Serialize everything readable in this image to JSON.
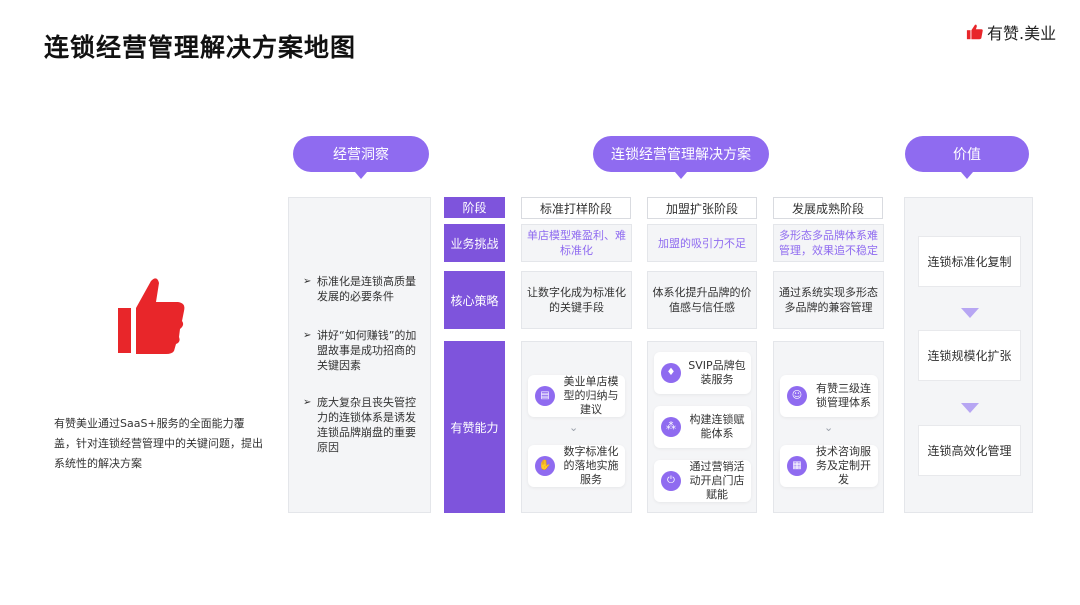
{
  "title": "连锁经营管理解决方案地图",
  "brand": {
    "name": "有赞.美业"
  },
  "colors": {
    "accent": "#8f6bf0",
    "label_bg": "#7e54dc",
    "panel_bg": "#f4f5f7",
    "logo_red": "#e8262a"
  },
  "headers": {
    "insight": "经营洞察",
    "solution": "连锁经营管理解决方案",
    "value": "价值"
  },
  "insights": [
    "标准化是连锁高质量发展的必要条件",
    "讲好“如何赚钱”的加盟故事是成功招商的关键因素",
    "庞大复杂且丧失管控力的连锁体系是诱发连锁品牌崩盘的重要原因"
  ],
  "row_labels": {
    "stage": "阶段",
    "challenge": "业务挑战",
    "strategy": "核心策略",
    "capability": "有赞能力"
  },
  "stages": [
    {
      "name": "标准打样阶段",
      "challenge": "单店模型难盈利、难标准化",
      "strategy": "让数字化成为标准化的关键手段",
      "capabilities": [
        {
          "icon": "chat-icon",
          "text": "美业单店模型的归纳与建议"
        },
        {
          "icon": "hand-icon",
          "text": "数字标准化的落地实施服务"
        }
      ]
    },
    {
      "name": "加盟扩张阶段",
      "challenge": "加盟的吸引力不足",
      "strategy": "体系化提升品牌的价值感与信任感",
      "capabilities": [
        {
          "icon": "diamond-icon",
          "text": "SVIP品牌包装服务"
        },
        {
          "icon": "network-icon",
          "text": "构建连锁赋能体系"
        },
        {
          "icon": "power-icon",
          "text": "通过营销活动开启门店赋能"
        }
      ]
    },
    {
      "name": "发展成熟阶段",
      "challenge": "多形态多品牌体系难管理，效果追不稳定",
      "strategy": "通过系统实现多形态多品牌的兼容管理",
      "capabilities": [
        {
          "icon": "users-icon",
          "text": "有赞三级连锁管理体系"
        },
        {
          "icon": "grid-icon",
          "text": "技术咨询服务及定制开发"
        }
      ]
    }
  ],
  "values": [
    "连锁标准化复制",
    "连锁规模化扩张",
    "连锁高效化管理"
  ],
  "summary": "有赞美业通过SaaS+服务的全面能力覆盖，针对连锁经营管理中的关键问题，提出系统性的解决方案"
}
